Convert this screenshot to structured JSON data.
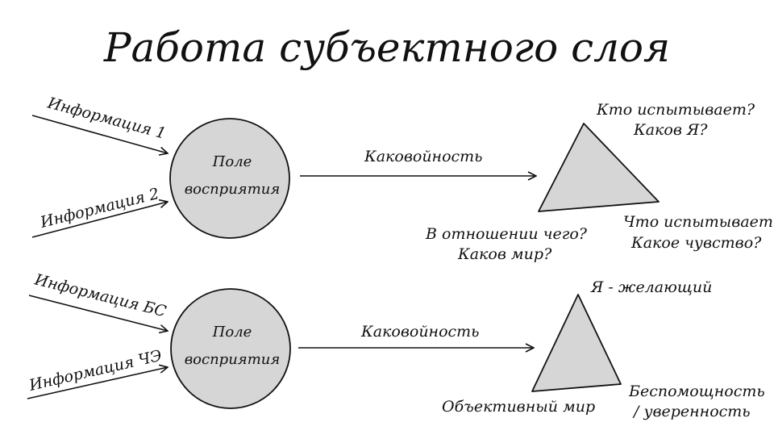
{
  "title": "Работа субъектного слоя",
  "colors": {
    "ink": "#111111",
    "shape_fill": "#d6d6d6",
    "background": "#ffffff"
  },
  "top": {
    "inputs": [
      "Информация 1",
      "Информация 2"
    ],
    "field_line1": "Поле",
    "field_line2": "восприятия",
    "arrow_label": "Каковойность",
    "vertex_top_line1": "Кто испытывает?",
    "vertex_top_line2": "Каков Я?",
    "vertex_right_line1": "Что испытывает?",
    "vertex_right_line2": "Какое чувство?",
    "vertex_left_line1": "В отношении чего?",
    "vertex_left_line2": "Каков мир?"
  },
  "bottom": {
    "inputs": [
      "Информация БС",
      "Информация ЧЭ"
    ],
    "field_line1": "Поле",
    "field_line2": "восприятия",
    "arrow_label": "Каковойность",
    "vertex_top": "Я - желающий",
    "vertex_right_line1": "Беспомощность",
    "vertex_right_line2": "/ уверенность",
    "vertex_left": "Объективный мир"
  }
}
